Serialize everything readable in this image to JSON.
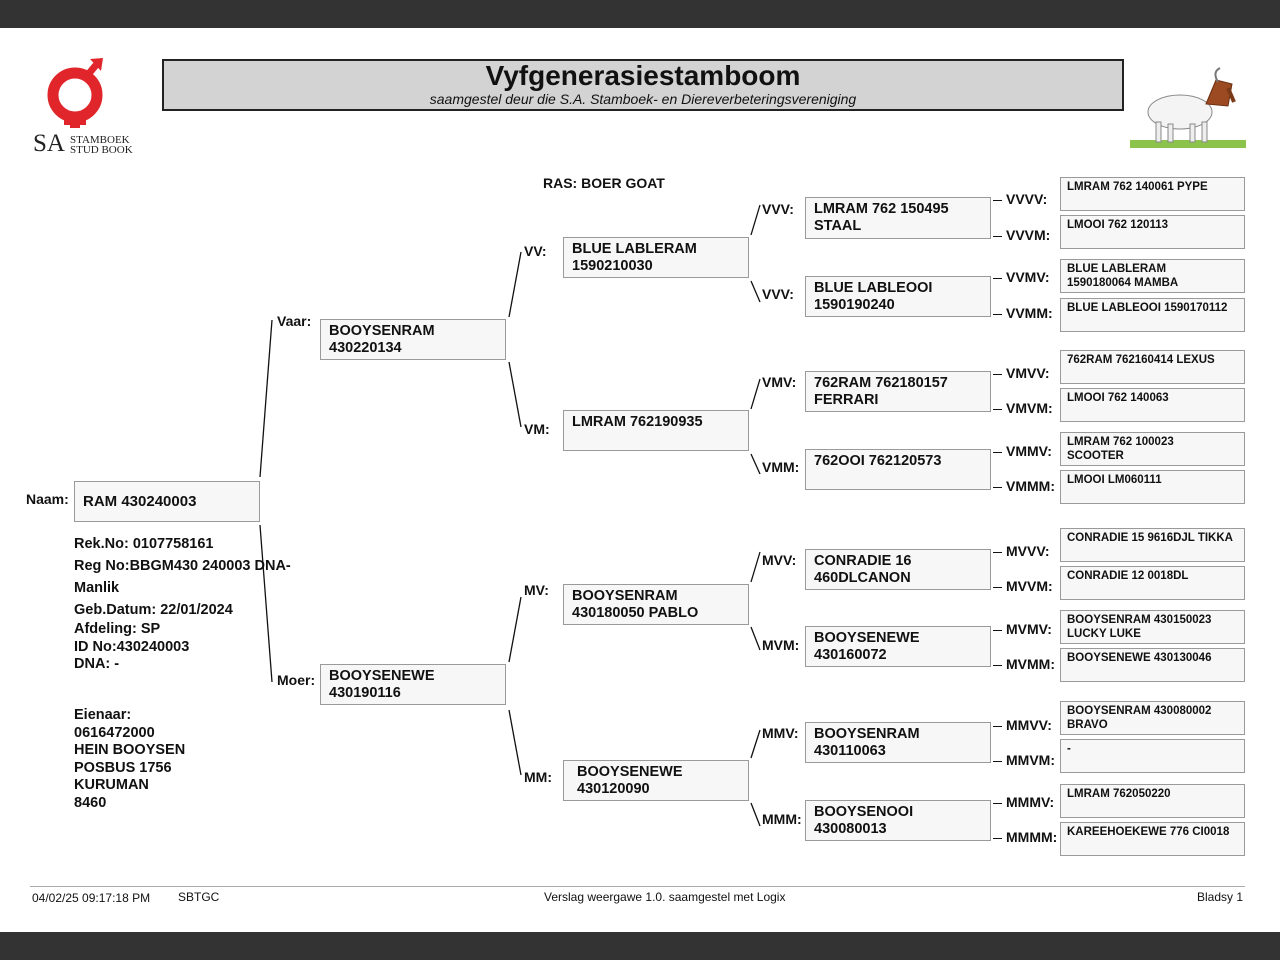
{
  "header": {
    "logo_text": [
      "SA",
      "STAMBOEK",
      "STUD BOOK"
    ],
    "title": "Vyfgenerasiestamboom",
    "subtitle": "saamgestel deur die S.A. Stamboek- en Diereverbeteringsvereniging"
  },
  "breed": "RAS: BOER GOAT",
  "animal": {
    "label": "Naam:",
    "name": "RAM 430240003",
    "details": [
      "Rek.No: 0107758161",
      "Reg No:BBGM430 240003 DNA-",
      "Manlik",
      "Geb.Datum: 22/01/2024"
    ],
    "details2": [
      "Afdeling: SP",
      "ID No:430240003",
      "DNA: -"
    ],
    "owner": [
      "Eienaar:",
      "0616472000",
      "HEIN BOOYSEN",
      "POSBUS 1756",
      "KURUMAN",
      "8460"
    ]
  },
  "pedigree": {
    "V": {
      "label": "Vaar:",
      "name": "BOOYSENRAM\n430220134"
    },
    "M": {
      "label": "Moer:",
      "name": "BOOYSENEWE\n430190116"
    },
    "VV": {
      "label": "VV:",
      "name": "BLUE LABLERAM\n1590210030"
    },
    "VM": {
      "label": "VM:",
      "name": "LMRAM 762190935"
    },
    "MV": {
      "label": "MV:",
      "name": "BOOYSENRAM\n430180050 PABLO"
    },
    "MM": {
      "label": "MM:",
      "name": "BOOYSENEWE\n430120090"
    },
    "VVV": {
      "label": "VVV:",
      "name": "LMRAM 762 150495\nSTAAL"
    },
    "VVM": {
      "label": "VVV:",
      "name": "BLUE LABLEOOI\n1590190240"
    },
    "VMV": {
      "label": "VMV:",
      "name": "762RAM 762180157\nFERRARI"
    },
    "VMM": {
      "label": "VMM:",
      "name": "762OOI 762120573"
    },
    "MVV": {
      "label": "MVV:",
      "name": "CONRADIE 16\n460DLCANON"
    },
    "MVM": {
      "label": "MVM:",
      "name": "BOOYSENEWE\n430160072"
    },
    "MMV": {
      "label": "MMV:",
      "name": "BOOYSENRAM\n430110063"
    },
    "MMM": {
      "label": "MMM:",
      "name": "BOOYSENOOI\n430080013"
    },
    "VVVV": {
      "label": "VVVV:",
      "name": "LMRAM 762 140061 PYPE"
    },
    "VVVM": {
      "label": "VVVM:",
      "name": "LMOOI 762 120113"
    },
    "VVMV": {
      "label": "VVMV:",
      "name": "BLUE LABLERAM\n1590180064 MAMBA"
    },
    "VVMM": {
      "label": "VVMM:",
      "name": "BLUE LABLEOOI 1590170112"
    },
    "VMVV": {
      "label": "VMVV:",
      "name": "762RAM 762160414 LEXUS"
    },
    "VMVM": {
      "label": "VMVM:",
      "name": "LMOOI 762 140063"
    },
    "VMMV": {
      "label": "VMMV:",
      "name": "LMRAM 762 100023\nSCOOTER"
    },
    "VMMM": {
      "label": "VMMM:",
      "name": "LMOOI LM060111"
    },
    "MVVV": {
      "label": "MVVV:",
      "name": "CONRADIE 15 9616DJL TIKKA"
    },
    "MVVM": {
      "label": "MVVM:",
      "name": "CONRADIE 12 0018DL"
    },
    "MVMV": {
      "label": "MVMV:",
      "name": "BOOYSENRAM 430150023\nLUCKY LUKE"
    },
    "MVMM": {
      "label": "MVMM:",
      "name": "BOOYSENEWE 430130046"
    },
    "MMVV": {
      "label": "MMVV:",
      "name": "BOOYSENRAM 430080002\nBRAVO"
    },
    "MMVM": {
      "label": "MMVM:",
      "name": "-"
    },
    "MMMV": {
      "label": "MMMV:",
      "name": "LMRAM 762050220"
    },
    "MMMM": {
      "label": "MMMM:",
      "name": "KAREEHOEKEWE 776 CI0018"
    }
  },
  "footer": {
    "datetime": "04/02/25 09:17:18 PM",
    "code": "SBTGC",
    "report": "Verslag weergawe 1.0. saamgestel met Logix",
    "page": "Bladsy 1"
  },
  "colors": {
    "logo_red": "#e0262b",
    "title_bg": "#d3d3d3",
    "frame": "#333333"
  }
}
